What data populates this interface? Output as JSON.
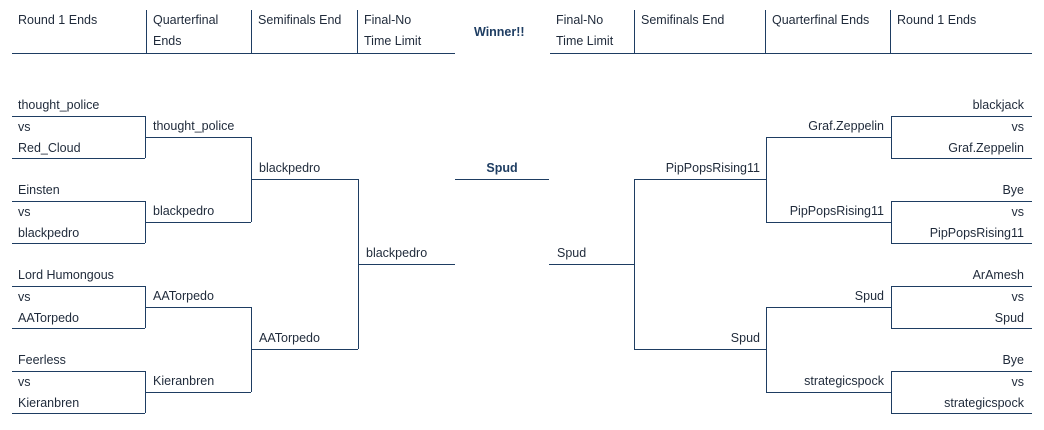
{
  "headers": {
    "left": [
      "Round 1 Ends",
      "Quarterfinal\nEnds",
      "Semifinals End",
      "Final-No\nTime Limit"
    ],
    "winner": "Winner!!",
    "right": [
      "Final-No\nTime Limit",
      "Semifinals End",
      "Quarterfinal Ends",
      "Round 1 Ends"
    ]
  },
  "vs_label": "vs",
  "left": {
    "round1": [
      [
        "thought_police",
        "Red_Cloud"
      ],
      [
        "Einsten",
        "blackpedro"
      ],
      [
        "Lord Humongous",
        "AATorpedo"
      ],
      [
        "Feerless",
        "Kieranbren"
      ]
    ],
    "quarterfinal": [
      "thought_police",
      "blackpedro",
      "AATorpedo",
      "Kieranbren"
    ],
    "semifinal": [
      "blackpedro",
      "AATorpedo"
    ],
    "final": "blackpedro"
  },
  "right": {
    "round1": [
      [
        "blackjack",
        "Graf.Zeppelin"
      ],
      [
        "Bye",
        "PipPopsRising11"
      ],
      [
        "ArAmesh",
        "Spud"
      ],
      [
        "Bye",
        "strategicspock"
      ]
    ],
    "quarterfinal": [
      "Graf.Zeppelin",
      "PipPopsRising11",
      "Spud",
      "strategicspock"
    ],
    "semifinal": [
      "PipPopsRising11",
      "Spud"
    ],
    "final": "Spud"
  },
  "winner": "Spud"
}
